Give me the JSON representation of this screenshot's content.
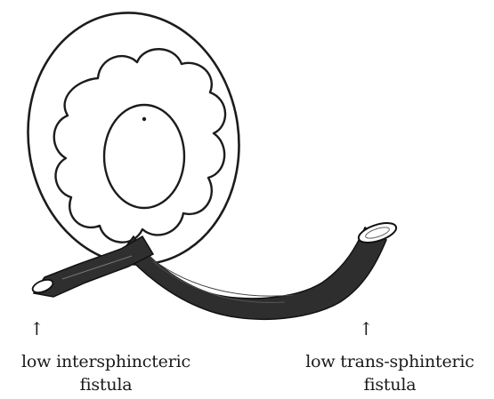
{
  "labels": {
    "left": {
      "arrow": "↑",
      "line1": "low intersphincteric",
      "line2": "fistula"
    },
    "right": {
      "arrow": "↑",
      "line1": "low trans-sphinteric",
      "line2": "fistula"
    }
  },
  "colors": {
    "outline": "#1c1c1c",
    "tract": "#2e2e2e",
    "background": "#ffffff"
  }
}
